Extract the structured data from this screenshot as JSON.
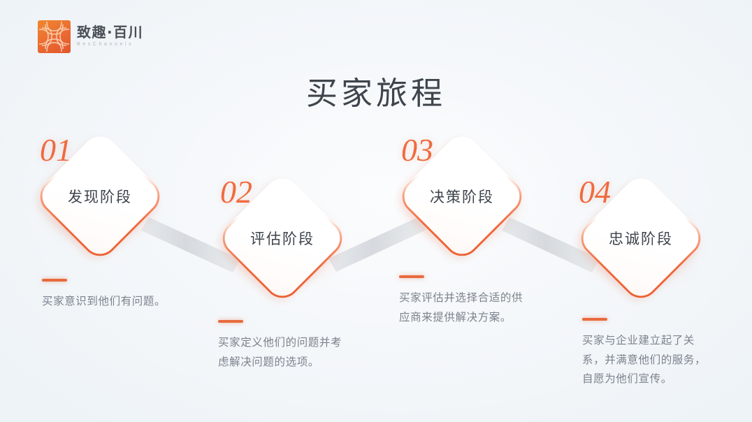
{
  "brand": {
    "name_cn": "致趣·百川",
    "name_en": "BesChannels",
    "logo_icon": "besChannels-logo-mark",
    "mark_color": "#ea6a32"
  },
  "header": {
    "title": "买家旅程"
  },
  "theme": {
    "background": "#f2f6f9",
    "accent": "#ef6a3e",
    "title_color": "#3f454d",
    "body_text_color": "#7b828c",
    "connector_color": "#d9dde1"
  },
  "journey": {
    "stages": [
      {
        "number": "01",
        "label": "发现阶段",
        "description": "买家意识到他们有问题。"
      },
      {
        "number": "02",
        "label": "评估阶段",
        "description": "买家定义他们的问题并考虑解决问题的选项。"
      },
      {
        "number": "03",
        "label": "决策阶段",
        "description": "买家评估并选择合适的供应商来提供解决方案。"
      },
      {
        "number": "04",
        "label": "忠诚阶段",
        "description": "买家与企业建立起了关系，并满意他们的服务，自愿为他们宣传。"
      }
    ]
  }
}
